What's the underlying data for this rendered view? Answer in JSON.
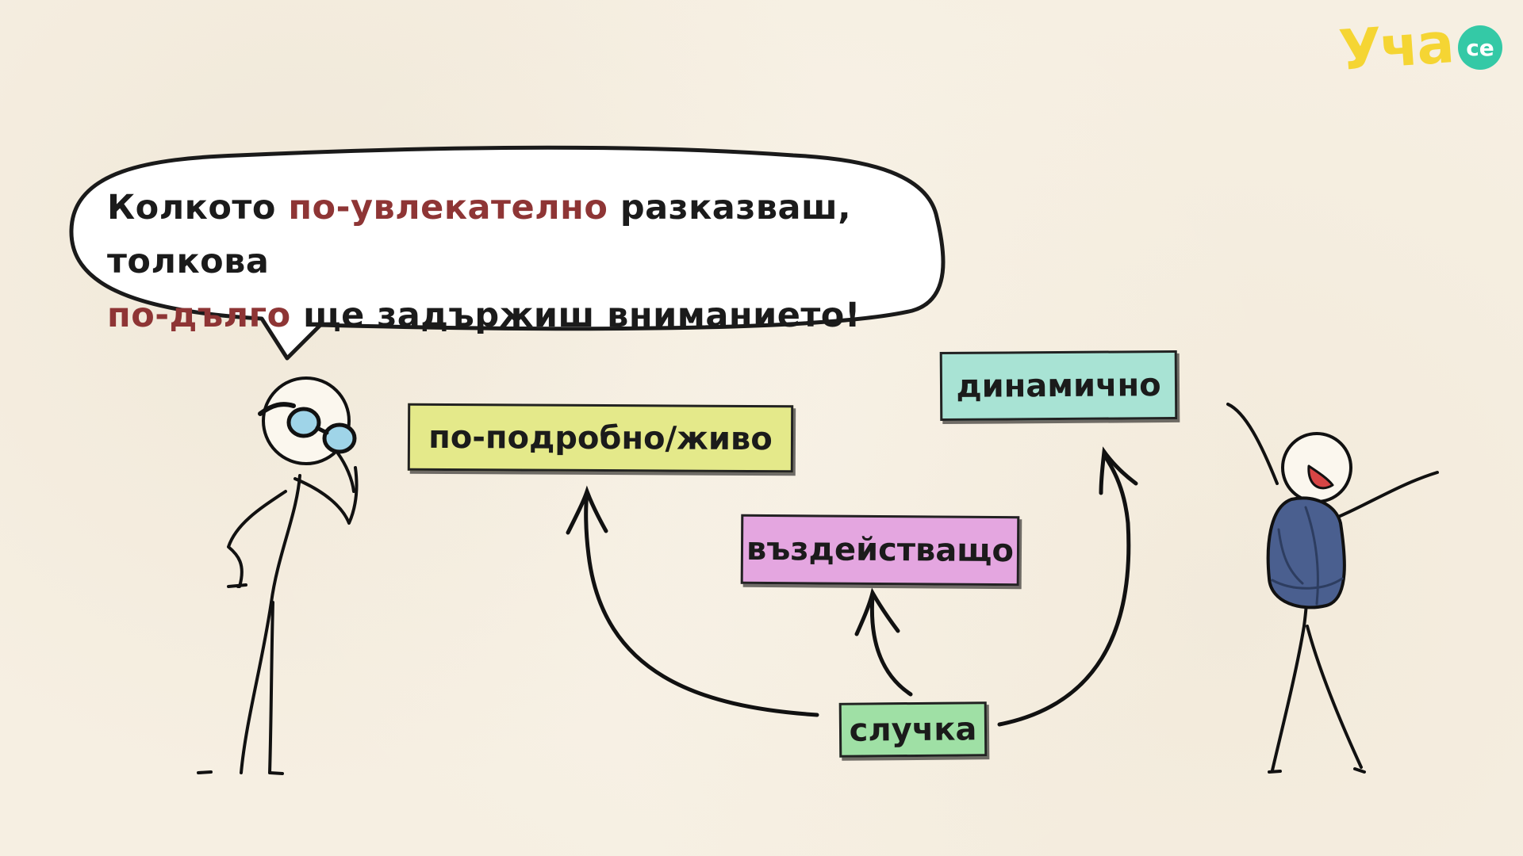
{
  "bubble": {
    "segments": [
      {
        "text": "Колкото ",
        "highlight": false
      },
      {
        "text": "по-увлекателно",
        "highlight": true
      },
      {
        "text": " разказваш, толкова",
        "highlight": false
      },
      {
        "text": "\n",
        "highlight": false
      },
      {
        "text": "по-дълго",
        "highlight": true
      },
      {
        "text": " ще задържиш вниманието!",
        "highlight": false
      }
    ],
    "highlight_color": "#8e3535"
  },
  "labels": {
    "podrobno": "по-подробно/живо",
    "dinamichno": "динамично",
    "vazdeistvashto": "въздействащо",
    "sluchka": "случка"
  },
  "colors": {
    "podrobno": "#e4e98a",
    "dinamichno": "#a8e3d4",
    "vazdeistvashto": "#e4a6e0",
    "sluchka": "#9fe0a5",
    "backpack": "#4a5f8f",
    "glasses": "#9fd4e8"
  },
  "logo": {
    "text": "Уча",
    "badge": "се"
  }
}
